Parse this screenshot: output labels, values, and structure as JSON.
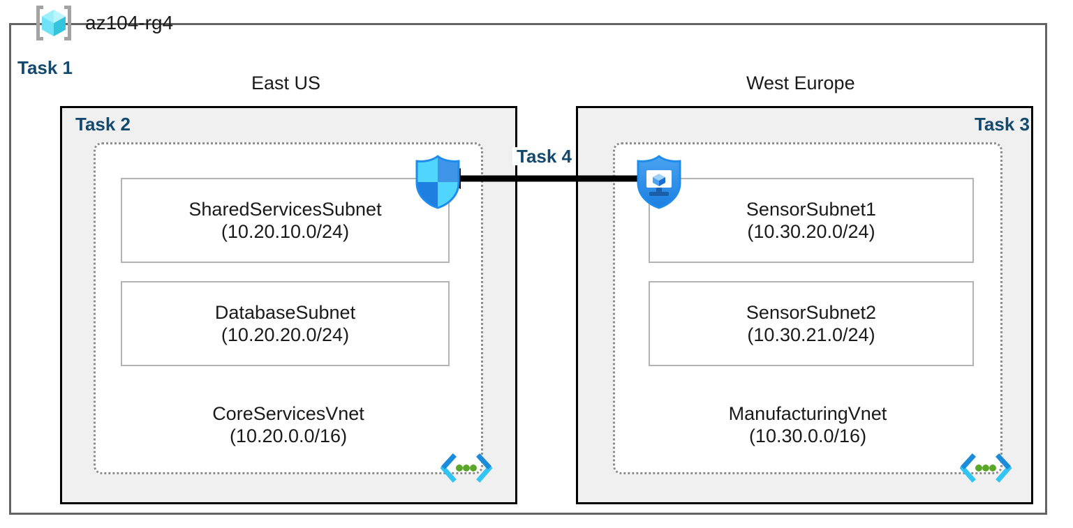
{
  "resource_group": {
    "name": "az104-rg4",
    "icon": "resource-group-cube-icon"
  },
  "tasks": {
    "task1": "Task 1",
    "task2": "Task 2",
    "task3": "Task 3",
    "task4": "Task 4"
  },
  "regions": [
    {
      "id": "east-us",
      "title": "East US",
      "task": "Task 2",
      "vnet": {
        "name": "CoreServicesVnet",
        "cidr": "(10.20.0.0/16)",
        "icon": "virtual-network-icon"
      },
      "subnets": [
        {
          "name": "SharedServicesSubnet",
          "cidr": "(10.20.10.0/24)"
        },
        {
          "name": "DatabaseSubnet",
          "cidr": "(10.20.20.0/24)"
        }
      ],
      "service_icon": "azure-firewall-shield-icon"
    },
    {
      "id": "west-europe",
      "title": "West Europe",
      "task": "Task 3",
      "vnet": {
        "name": "ManufacturingVnet",
        "cidr": "(10.30.0.0/16)",
        "icon": "virtual-network-icon"
      },
      "subnets": [
        {
          "name": "SensorSubnet1",
          "cidr": "(10.30.20.0/24)"
        },
        {
          "name": "SensorSubnet2",
          "cidr": "(10.30.21.0/24)"
        }
      ],
      "service_icon": "azure-bastion-shield-icon"
    }
  ],
  "connection": {
    "label": "Task 4",
    "direction": "right-to-left",
    "name": "vnet-peering-arrow"
  },
  "colors": {
    "task_label": "#13496f",
    "region_border": "#000000",
    "region_fill": "#f0f0f0",
    "rg_border": "#636363",
    "vnet_border": "#8c8c8c",
    "subnet_border": "#b3b3b3",
    "arrow": "#000000",
    "shield_blue": "#1f8bea",
    "shield_cyan": "#50d5ff",
    "vnet_icon_blue": "#1c8bd9",
    "vnet_icon_cyan": "#32c5f4",
    "vnet_icon_green": "#5aa628",
    "rg_cube_light": "#7ee8f7",
    "rg_cube_dark": "#32c5dd",
    "rg_bracket": "#a3a3a3"
  }
}
